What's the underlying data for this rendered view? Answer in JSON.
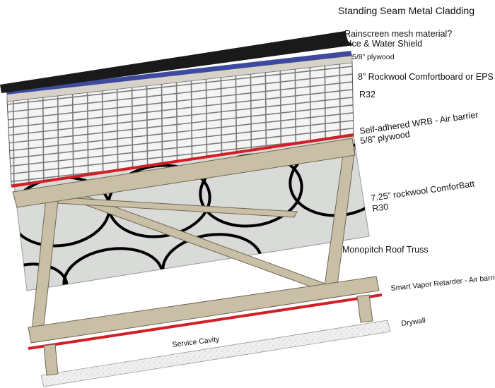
{
  "labels": {
    "cladding": "Standing Seam Metal Cladding",
    "rainscreen": "Rainscreen mesh material?",
    "ice_water": "Ice & Water Shield",
    "plywood_top": "5/8” plywood",
    "rockwool_board": "8” Rockwool Comfortboard or EPS",
    "r32": "R32",
    "wrb": "Self-adhered WRB - Air barrier",
    "plywood_mid": "5/8” plywood",
    "comfortbatt": "7.25” rockwool ComforBatt",
    "r30": "R30",
    "truss": "Monopitch Roof Truss",
    "vapor": "Smart Vapor Retarder - Air barrier",
    "drywall": "Drywall",
    "service_cavity": "Service Cavity"
  },
  "colors": {
    "metal": "#1a1a1a",
    "ice_water": "#3d4aa0",
    "plywood": "#d6d2c8",
    "grid": "#7a7a7a",
    "wrb": "#d21f26",
    "batt_fill": "#d9dbd8",
    "batt_loops": "#000000",
    "wood": "#c9bfa6",
    "wood_edge": "#6f6752",
    "drywall": "#ededed"
  }
}
